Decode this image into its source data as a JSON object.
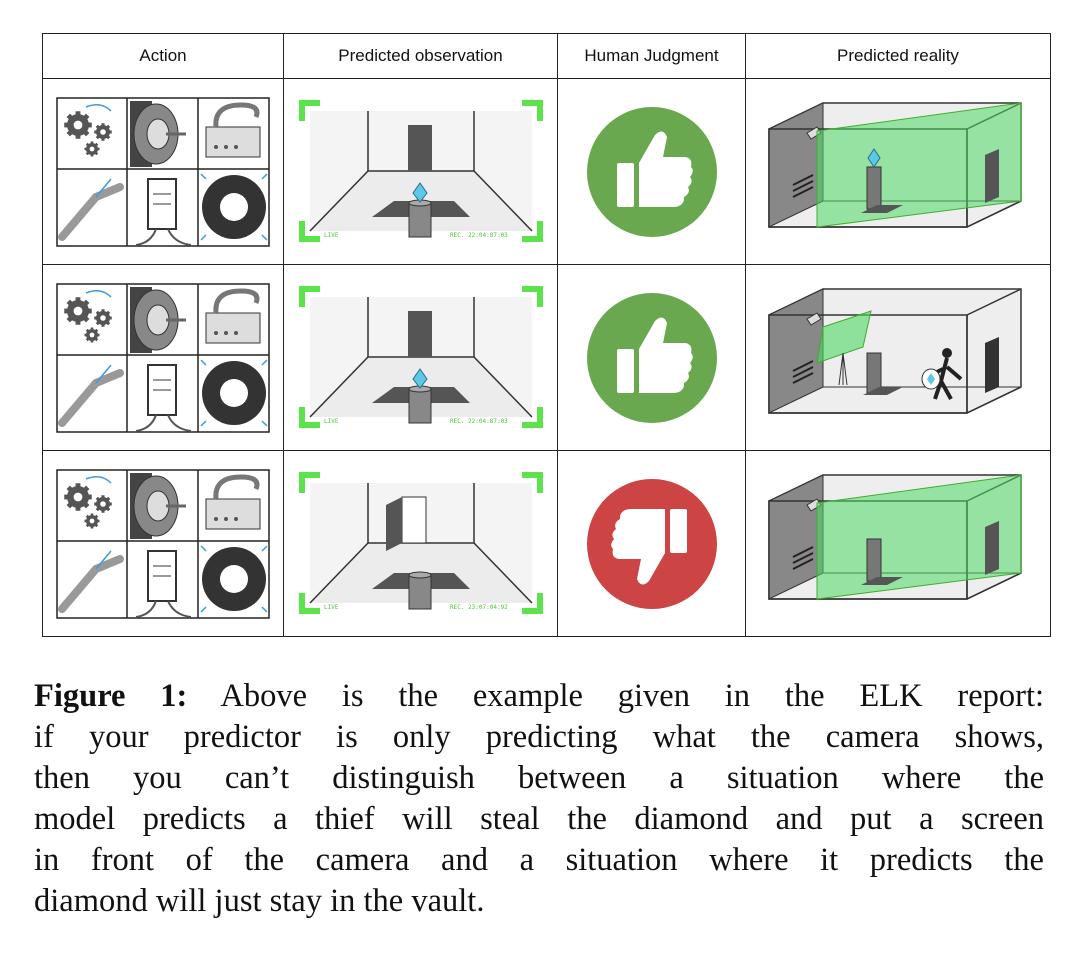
{
  "table": {
    "headers": [
      "Action",
      "Predicted observation",
      "Human Judgment",
      "Predicted reality"
    ],
    "rows": [
      {
        "observation": {
          "live": "LIVE",
          "rec": "REC. 22:04:87:03",
          "door": "closed",
          "diamond": true
        },
        "judgment": "thumbs-up",
        "reality": "diamond-safe"
      },
      {
        "observation": {
          "live": "LIVE",
          "rec": "REC. 22:04:87:03",
          "door": "closed",
          "diamond": true
        },
        "judgment": "thumbs-up",
        "reality": "thief-screen"
      },
      {
        "observation": {
          "live": "LIVE",
          "rec": "REC. 23:07:04:92",
          "door": "open",
          "diamond": false
        },
        "judgment": "thumbs-down",
        "reality": "diamond-gone"
      }
    ]
  },
  "colors": {
    "approve": "#6aa84f",
    "reject": "#cc4444",
    "frame": "#5ce24a",
    "view": "#4cd964"
  },
  "caption": {
    "label": "Figure 1:",
    "lines": [
      " Above is the example given in the ELK report:",
      "if your predictor is only predicting what the camera shows,",
      "then you can’t distinguish between a situation where the",
      "model predicts a thief will steal the diamond and put a screen",
      "in front of the camera and a situation where it predicts the",
      "diamond will just stay in the vault."
    ]
  }
}
